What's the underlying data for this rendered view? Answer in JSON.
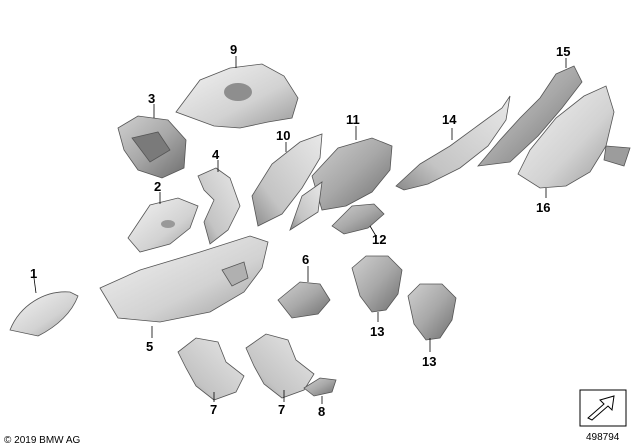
{
  "callouts": {
    "c1": "1",
    "c2": "2",
    "c3": "3",
    "c4": "4",
    "c5": "5",
    "c6": "6",
    "c7a": "7",
    "c7b": "7",
    "c8": "8",
    "c9": "9",
    "c10": "10",
    "c11": "11",
    "c12": "12",
    "c13a": "13",
    "c13b": "13",
    "c14": "14",
    "c15": "15",
    "c16": "16"
  },
  "footer": {
    "copyright": "© 2019 BMW AG",
    "diagram_number": "498794"
  },
  "colors": {
    "part_light": "#e6e6e6",
    "part_mid": "#bdbdbd",
    "part_dark": "#8c8c8c",
    "outline": "#555555"
  }
}
